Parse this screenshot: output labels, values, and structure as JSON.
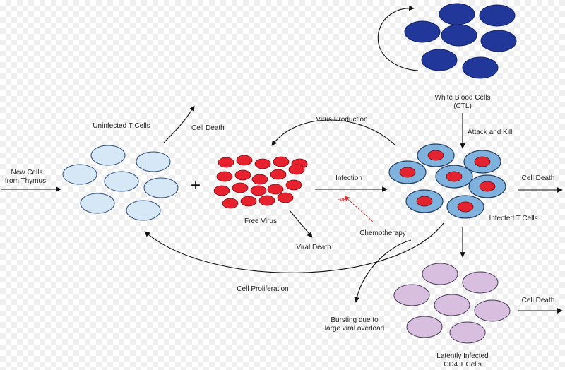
{
  "colors": {
    "uninfected_fill": "#d6e8f6",
    "uninfected_stroke": "#2e4e7a",
    "virus_fill": "#e8212e",
    "virus_stroke": "#7a0c12",
    "infected_outer": "#7fb2dc",
    "infected_core": "#e3232f",
    "wbc_fill": "#22379a",
    "latent_fill": "#d8bfe0",
    "latent_stroke": "#4a3a5a",
    "chemo_arrow": "#e03030"
  },
  "labels": {
    "new_cells": [
      "New Cells",
      "from Thymus"
    ],
    "uninfected": "Uninfected T Cells",
    "cell_death_top": "Cell Death",
    "virus_production": "Virus Production",
    "wbc": [
      "White Blood Cells",
      "(CTL)"
    ],
    "attack": "Attack and Kill",
    "plus": "+",
    "free_virus": "Free Virus",
    "infection": "Infection",
    "neg": "-ve",
    "chemotherapy": "Chemotherapy",
    "viral_death": "Viral Death",
    "cell_death_right": "Cell Death",
    "infected": "Infected T Cells",
    "cell_proliferation": "Cell Proliferation",
    "bursting": [
      "Bursting due to",
      "large viral overload"
    ],
    "cell_death_latent": "Cell Death",
    "latent": [
      "Latently Infected",
      "CD4 T Cells"
    ]
  }
}
